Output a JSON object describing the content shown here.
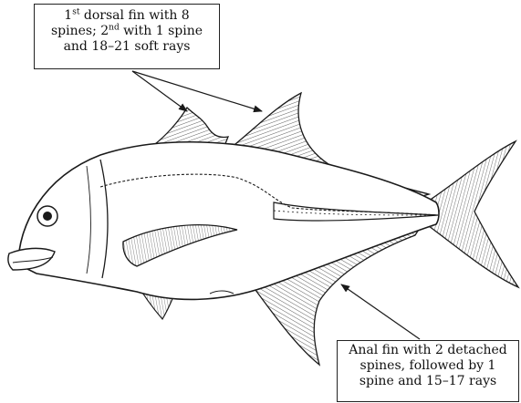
{
  "labels": {
    "dorsal": {
      "line1_a": "1",
      "line1_sup": "st",
      "line1_b": " dorsal fin with 8",
      "line2_a": "spines; 2",
      "line2_sup": "nd",
      "line2_b": " with 1 spine",
      "line3": "and 18–21 soft rays"
    },
    "anal": {
      "line1": "Anal fin with 2 detached",
      "line2": "spines, followed by 1",
      "line3": "spine and 15–17 rays"
    }
  },
  "colors": {
    "ink": "#1a1a1a",
    "body": "#ffffff",
    "fin_shade": "#555555"
  }
}
